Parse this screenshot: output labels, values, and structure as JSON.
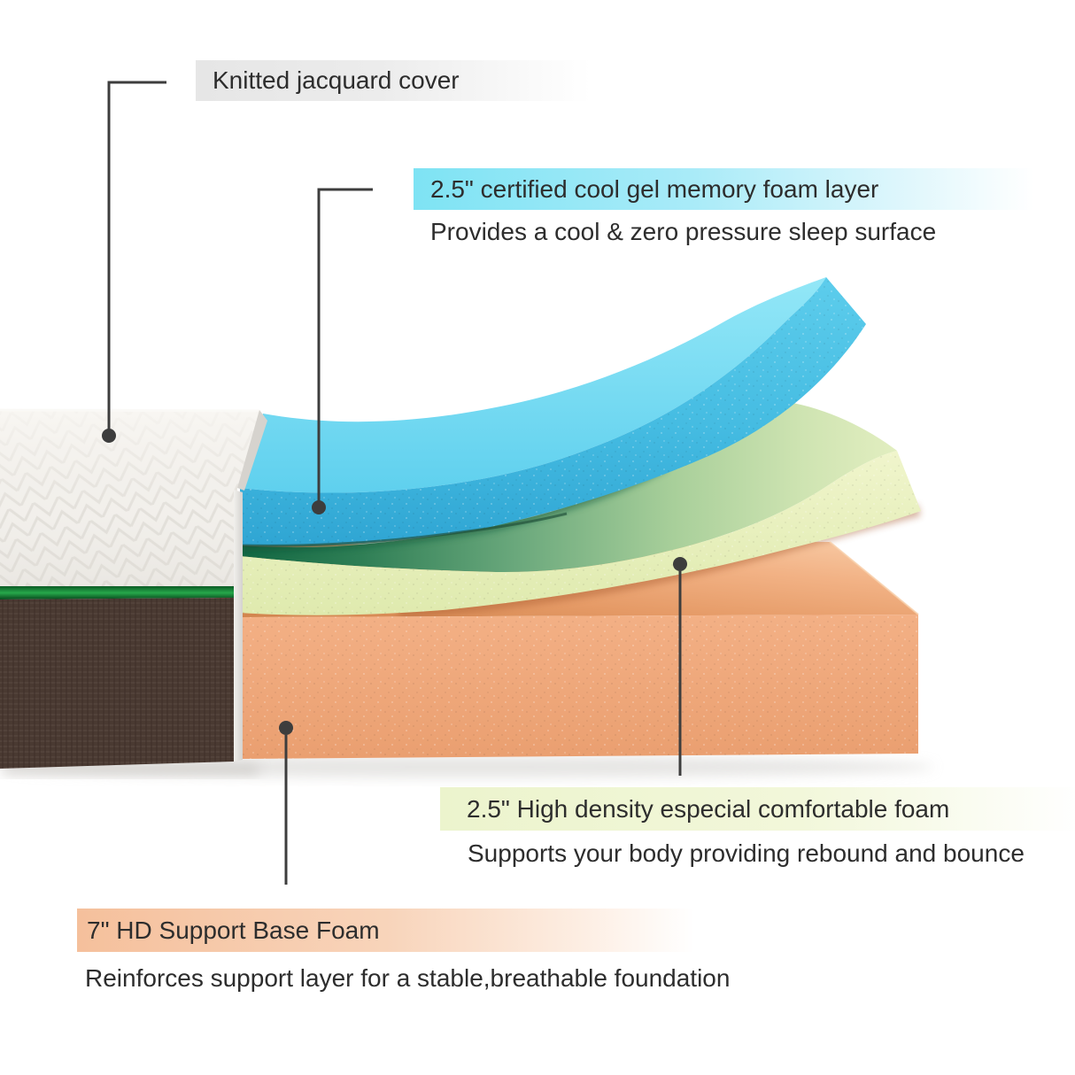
{
  "illustration": {
    "alt": "Cutaway diagram of a memory foam mattress showing four layers",
    "colors": {
      "cover_fabric": "#f3f1ed",
      "cover_trim": "#1b9c43",
      "base_side_fabric": "#4a3a32",
      "gel_foam": "#45b9e0",
      "comfort_foam": "#e9f0c0",
      "support_foam": "#f1ab7e",
      "leader_line": "#3d3d3d"
    }
  },
  "callouts": [
    {
      "id": "cover",
      "label": "Knitted jacquard cover",
      "description": ""
    },
    {
      "id": "gel",
      "label": "2.5\" certified cool gel memory foam layer",
      "description": "Provides a cool & zero pressure sleep surface"
    },
    {
      "id": "comfort",
      "label": "2.5\" High density especial comfortable foam",
      "description": "Supports your body providing rebound and bounce"
    },
    {
      "id": "base",
      "label": "7\" HD Support Base Foam",
      "description": "Reinforces support layer for a stable,breathable foundation"
    }
  ]
}
